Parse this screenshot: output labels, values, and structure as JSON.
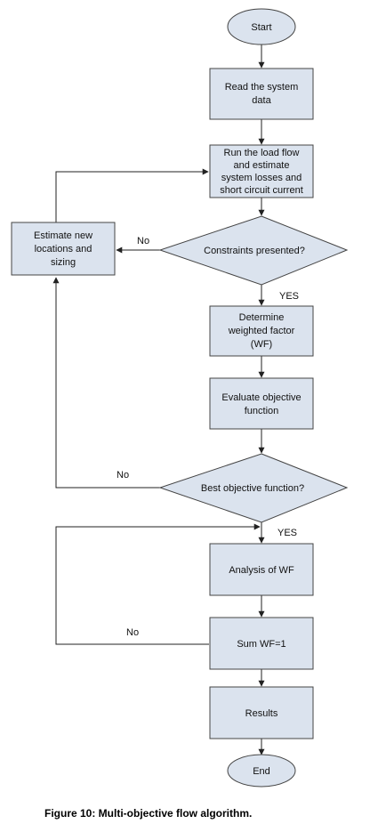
{
  "flowchart": {
    "start": "Start",
    "read_data": [
      "Read the system",
      "data"
    ],
    "run_load_flow": [
      "Run the load flow",
      "and estimate",
      "system losses and",
      "short circuit current"
    ],
    "constraints": "Constraints presented?",
    "estimate_new": [
      "Estimate new",
      "locations and",
      "sizing"
    ],
    "determine_wf": [
      "Determine",
      "weighted factor",
      "(WF)"
    ],
    "evaluate": [
      "Evaluate objective",
      "function"
    ],
    "best_objective": "Best objective function?",
    "analysis_wf": "Analysis of WF",
    "sum_wf": "Sum WF=1",
    "results": "Results",
    "end": "End",
    "labels": {
      "no_constraints": "No",
      "yes_constraints": "YES",
      "no_best": "No",
      "yes_best": "YES",
      "no_sum": "No"
    }
  },
  "caption": "Figure 10: Multi-objective flow algorithm.",
  "colors": {
    "box_fill": "#dbe3ee",
    "stroke": "#444444"
  }
}
